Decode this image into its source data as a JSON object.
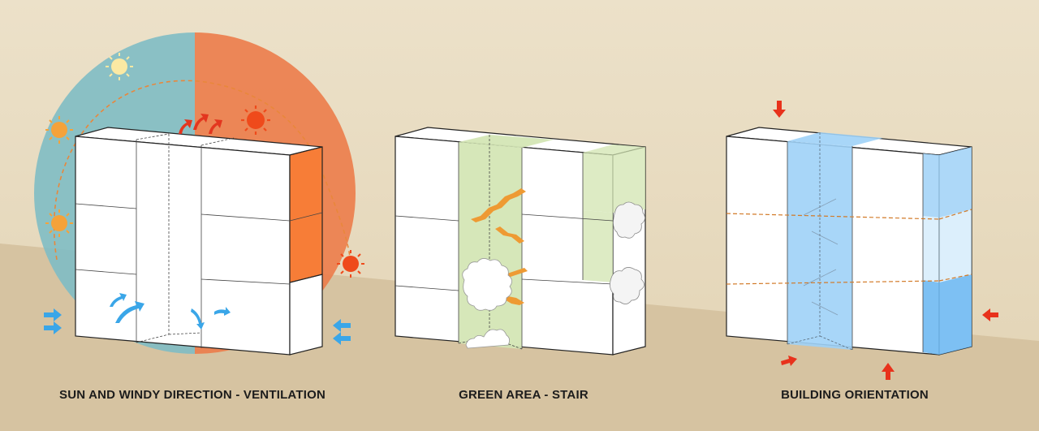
{
  "panels": [
    {
      "caption": "SUN AND WINDY DIRECTION - VENTILATION"
    },
    {
      "caption": "GREEN AREA - STAIR"
    },
    {
      "caption": "BUILDING ORIENTATION"
    }
  ],
  "colors": {
    "background_upper": "#e8dcc2",
    "background_lower": "#d6c3a1",
    "sky_blue": "#7fbcc4",
    "sun_orange": "#ec7c4a",
    "hot_facade": "#f77d37",
    "wind_arrow": "#3aa6e8",
    "airflow_red": "#e3361f",
    "green_area": "#d4e6b5",
    "stair_orange": "#ee9a33",
    "glass_blue": "#9fd1f7",
    "orientation_arrow": "#e8321c",
    "building_white": "#ffffff"
  }
}
